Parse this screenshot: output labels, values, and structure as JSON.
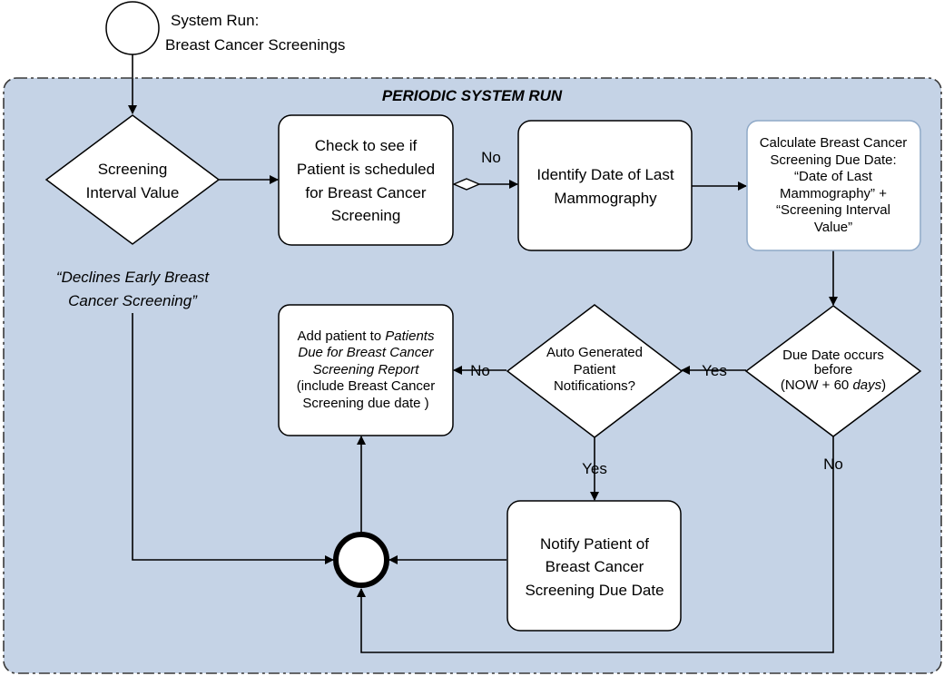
{
  "start": {
    "line1": "System Run:",
    "line2": "Breast Cancer Screenings"
  },
  "swimlane": {
    "title": "PERIODIC SYSTEM RUN"
  },
  "nodes": {
    "screening_interval": {
      "line1": "Screening",
      "line2": "Interval Value"
    },
    "check_scheduled": {
      "line1": "Check to see if",
      "line2": "Patient is scheduled",
      "line3": "for Breast Cancer",
      "line4": "Screening"
    },
    "identify_date": {
      "line1": "Identify Date of Last",
      "line2": "Mammography"
    },
    "calculate_due": {
      "line1": "Calculate Breast Cancer",
      "line2": "Screening Due Date:",
      "line3": "“Date of Last",
      "line4": "Mammography” +",
      "line5": "“Screening Interval",
      "line6": "Value”"
    },
    "due_date_check": {
      "line1": "Due Date occurs",
      "line2": "before",
      "line3_prefix": "(NOW + 60 ",
      "line3_italic": "days",
      "line3_suffix": ")"
    },
    "auto_notifications": {
      "line1": "Auto Generated",
      "line2": "Patient",
      "line3": "Notifications?"
    },
    "add_patient": {
      "line1_prefix": "Add patient to ",
      "line1_italic": "Patients",
      "line2": "Due for Breast Cancer",
      "line3": "Screening Report",
      "line4": "(include Breast Cancer",
      "line5": "Screening due date )"
    },
    "notify_patient": {
      "line1": "Notify Patient of",
      "line2": "Breast Cancer",
      "line3": "Screening Due Date"
    }
  },
  "annotations": {
    "declines_line1": "“Declines Early Breast",
    "declines_line2": "Cancer Screening”"
  },
  "edge_labels": {
    "no_top": "No",
    "yes_due": "Yes",
    "no_auto": "No",
    "yes_auto": "Yes",
    "no_due": "No"
  },
  "colors": {
    "lane_fill": "#c5d3e6",
    "lane_border": "#3a3a3a",
    "node_fill": "#ffffff",
    "stroke": "#000000"
  }
}
